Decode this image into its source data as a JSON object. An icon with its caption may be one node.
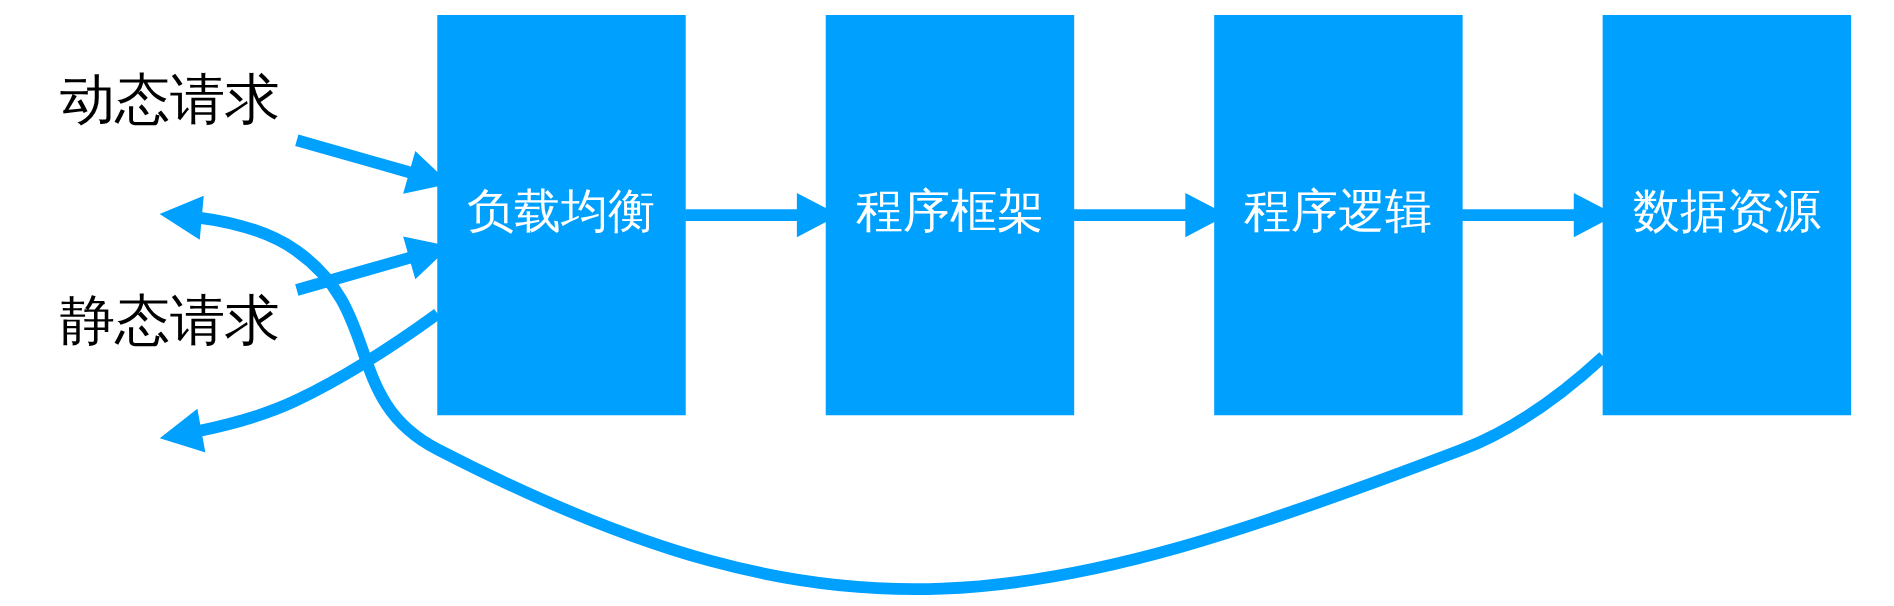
{
  "diagram": {
    "nodes": [
      {
        "text": [
          "动态请求"
        ]
      },
      {
        "text": [
          "静态请求"
        ]
      },
      {
        "text": [
          "负载均衡"
        ]
      },
      {
        "text": [
          "程序框架"
        ]
      },
      {
        "text": [
          "程序逻辑"
        ]
      },
      {
        "text": [
          "数据资源"
        ]
      }
    ],
    "edges": [
      {
        "from": 0,
        "to": 2,
        "arrow": "to"
      },
      {
        "from": 2,
        "to": 3,
        "arrow": "to"
      },
      {
        "from": 3,
        "to": 4,
        "arrow": "to"
      },
      {
        "from": 4,
        "to": 5,
        "arrow": "to"
      },
      {
        "from": 5,
        "to": null,
        "arrow": "to"
      },
      {
        "from": 1,
        "to": 2,
        "arrow": "to"
      },
      {
        "from": 2,
        "to": null,
        "arrow": "to"
      }
    ]
  }
}
